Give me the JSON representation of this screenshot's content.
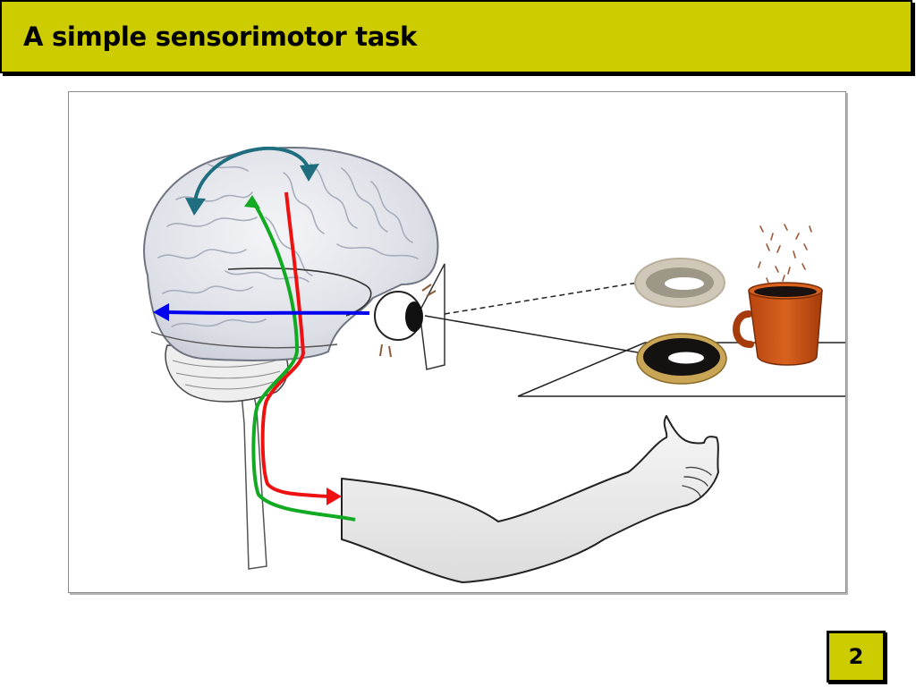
{
  "slide": {
    "title": "A simple sensorimotor task",
    "page_number": "2"
  },
  "colors": {
    "title_bar": "#cccc00",
    "visual_pathway_arrow": "#0000ee",
    "motor_pathway_red": "#ee1111",
    "sensory_pathway_green": "#11aa22",
    "cortical_loop_arrow": "#1f6e80",
    "coffee_cup": "#c44e12"
  },
  "illustration": {
    "elements": [
      "brain",
      "eye",
      "arm",
      "donut-plain",
      "donut-chocolate",
      "coffee-mug",
      "table"
    ]
  }
}
